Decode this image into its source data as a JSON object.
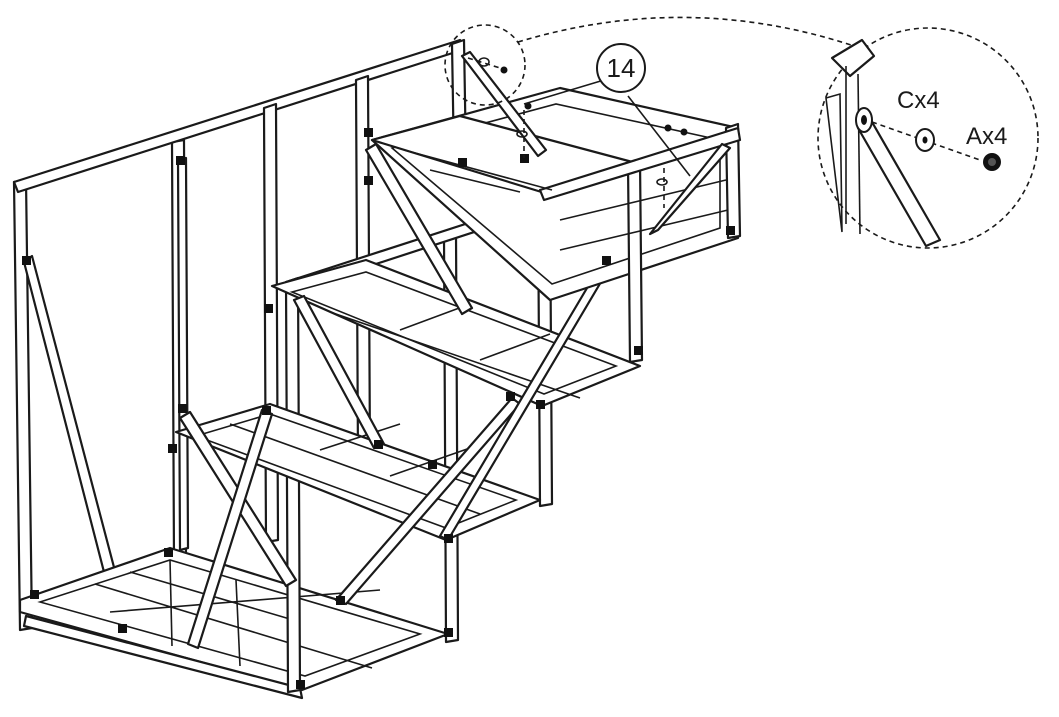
{
  "diagram": {
    "step_callout": "14",
    "hardware": [
      {
        "label": "Cx4",
        "part": "washer"
      },
      {
        "label": "Ax4",
        "part": "bolt"
      }
    ],
    "icons": [
      "detail-magnifier-icon",
      "washer-icon",
      "bolt-icon"
    ]
  },
  "colors": {
    "line": "#1a1a1a",
    "background": "#ffffff",
    "joint": "#111111"
  }
}
